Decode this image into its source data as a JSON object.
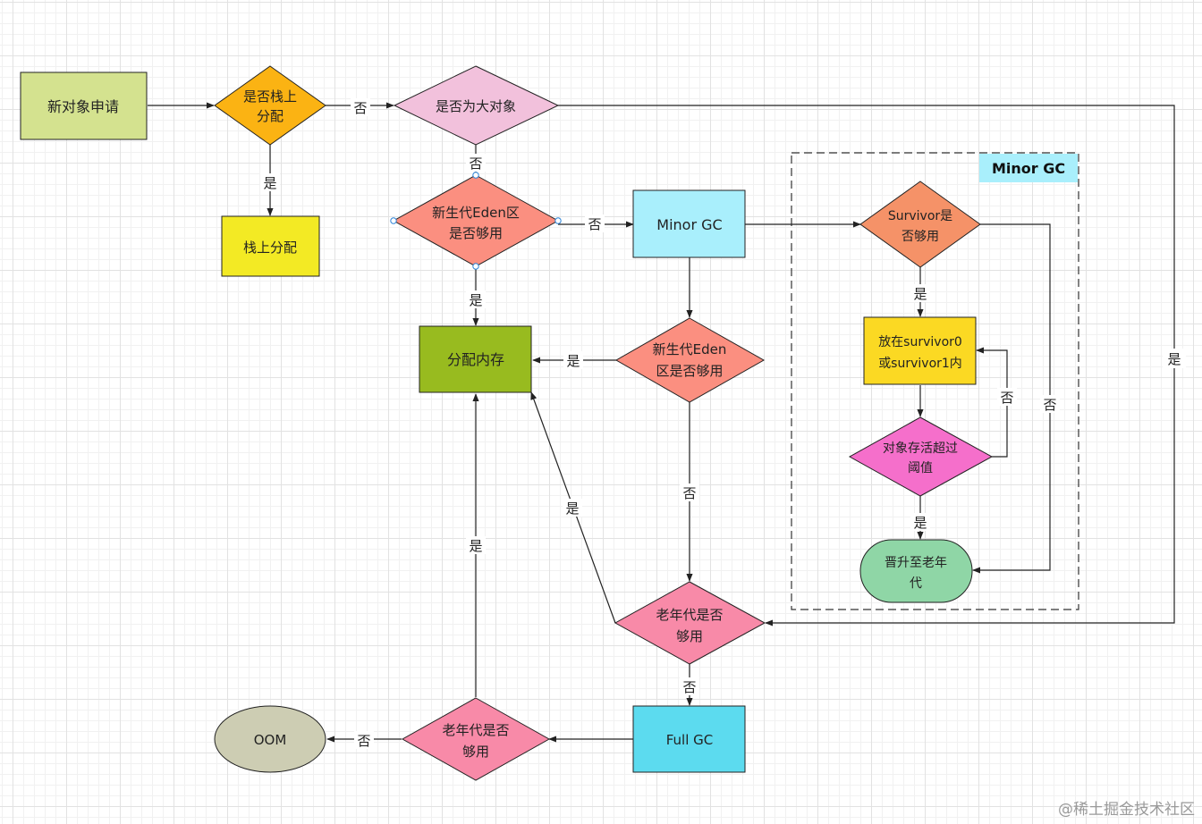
{
  "nodes": {
    "new_object_request": "新对象申请",
    "is_stack_alloc_l1": "是否栈上",
    "is_stack_alloc_l2": "分配",
    "is_large_object": "是否为大对象",
    "stack_alloc": "栈上分配",
    "eden_enough_1_l1": "新生代Eden区",
    "eden_enough_1_l2": "是否够用",
    "minor_gc": "Minor GC",
    "allocate_memory": "分配内存",
    "eden_enough_2_l1": "新生代Eden",
    "eden_enough_2_l2": "区是否够用",
    "survivor_enough_l1": "Survivor是",
    "survivor_enough_l2": "否够用",
    "place_survivor_l1": "放在survivor0",
    "place_survivor_l2": "或survivor1内",
    "age_threshold_l1": "对象存活超过",
    "age_threshold_l2": "阈值",
    "promote_old_l1": "晋升至老年",
    "promote_old_l2": "代",
    "old_enough_1_l1": "老年代是否",
    "old_enough_1_l2": "够用",
    "full_gc": "Full GC",
    "old_enough_2_l1": "老年代是否",
    "old_enough_2_l2": "够用",
    "oom": "OOM"
  },
  "group_title": "Minor GC",
  "edge_labels": {
    "stack_no": "否",
    "stack_yes": "是",
    "large_no": "否",
    "large_yes": "是",
    "eden1_yes": "是",
    "eden1_no": "否",
    "eden2_yes": "是",
    "eden2_no": "否",
    "survivor_yes": "是",
    "survivor_no": "否",
    "age_no": "否",
    "age_yes": "是",
    "old1_yes": "是",
    "old1_no": "否",
    "old2_yes": "是",
    "old2_no": "否"
  },
  "watermark": "@稀土掘金技术社区",
  "colors": {
    "new_object": "#d4e28f",
    "stack_decision": "#fbb313",
    "large_decision": "#f2c1dc",
    "stack_alloc": "#f3ea24",
    "eden_decision": "#fb8f80",
    "minor_gc": "#a9effc",
    "allocate_memory": "#98bb1f",
    "survivor_decision": "#f59268",
    "place_survivor": "#fbd923",
    "age_decision": "#f56fcb",
    "promote_old": "#8fd6a6",
    "old_decision": "#f88aa8",
    "full_gc": "#5cdbef",
    "oom": "#cdcdb3",
    "group_title_bg": "#a9effc"
  }
}
